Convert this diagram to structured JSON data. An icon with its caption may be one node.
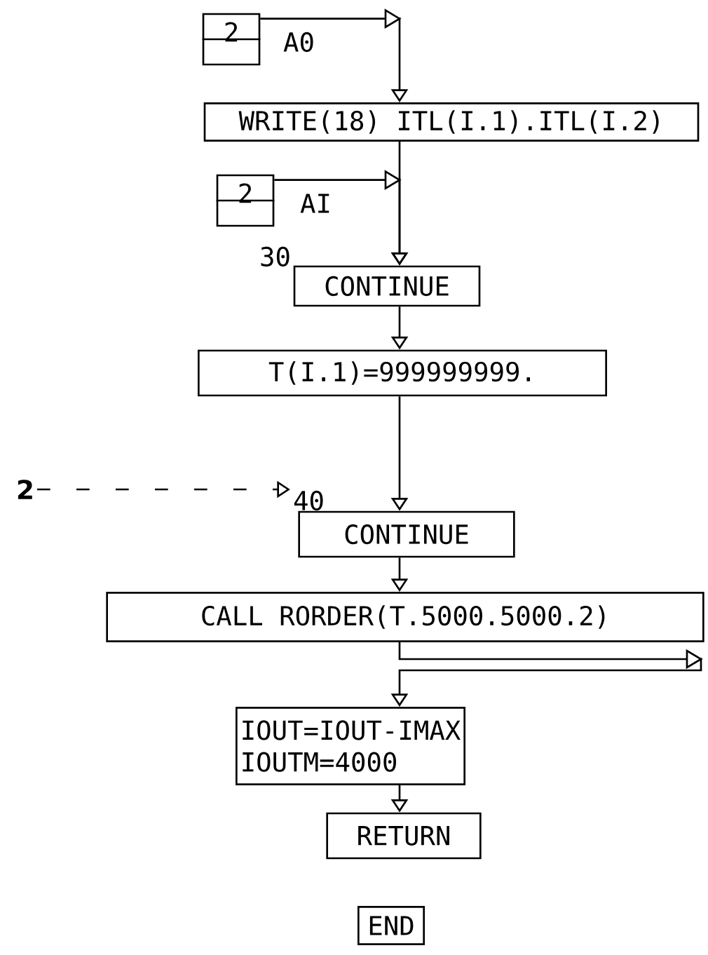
{
  "diagram": {
    "nodes": [
      {
        "text": [
          "2"
        ],
        "beside": [
          "A0"
        ]
      },
      {
        "text": [
          "WRITE(18) ITL(I.1).ITL(I.2)"
        ]
      },
      {
        "text": [
          "2"
        ],
        "beside": [
          "AI"
        ]
      },
      {
        "text": [
          "CONTINUE"
        ],
        "beside": [
          "30"
        ]
      },
      {
        "text": [
          "T(I.1)=999999999."
        ]
      },
      {
        "text": [
          "2"
        ]
      },
      {
        "text": [
          "CONTINUE"
        ],
        "beside": [
          "40"
        ]
      },
      {
        "text": [
          "CALL RORDER(T.5000.5000.2)"
        ]
      },
      {
        "text": [
          "IOUT=IOUT-IMAX",
          "IOUTM=4000"
        ]
      },
      {
        "text": [
          "RETURN"
        ]
      },
      {
        "text": [
          "END"
        ]
      }
    ],
    "edges": [
      {
        "from": 0,
        "to": 1,
        "arrow": "to"
      },
      {
        "from": 1,
        "to": 3,
        "arrow": "to"
      },
      {
        "from": 2,
        "to": 3,
        "arrow": "to"
      },
      {
        "from": 3,
        "to": 4,
        "arrow": "to"
      },
      {
        "from": 4,
        "to": 6,
        "arrow": "to"
      },
      {
        "from": 5,
        "to": 6,
        "arrow": "to",
        "style": "dashed"
      },
      {
        "from": 6,
        "to": 7,
        "arrow": "to"
      },
      {
        "from": 7,
        "to": 8,
        "arrow": "to"
      },
      {
        "from": 8,
        "to": 9,
        "arrow": "to"
      }
    ]
  }
}
